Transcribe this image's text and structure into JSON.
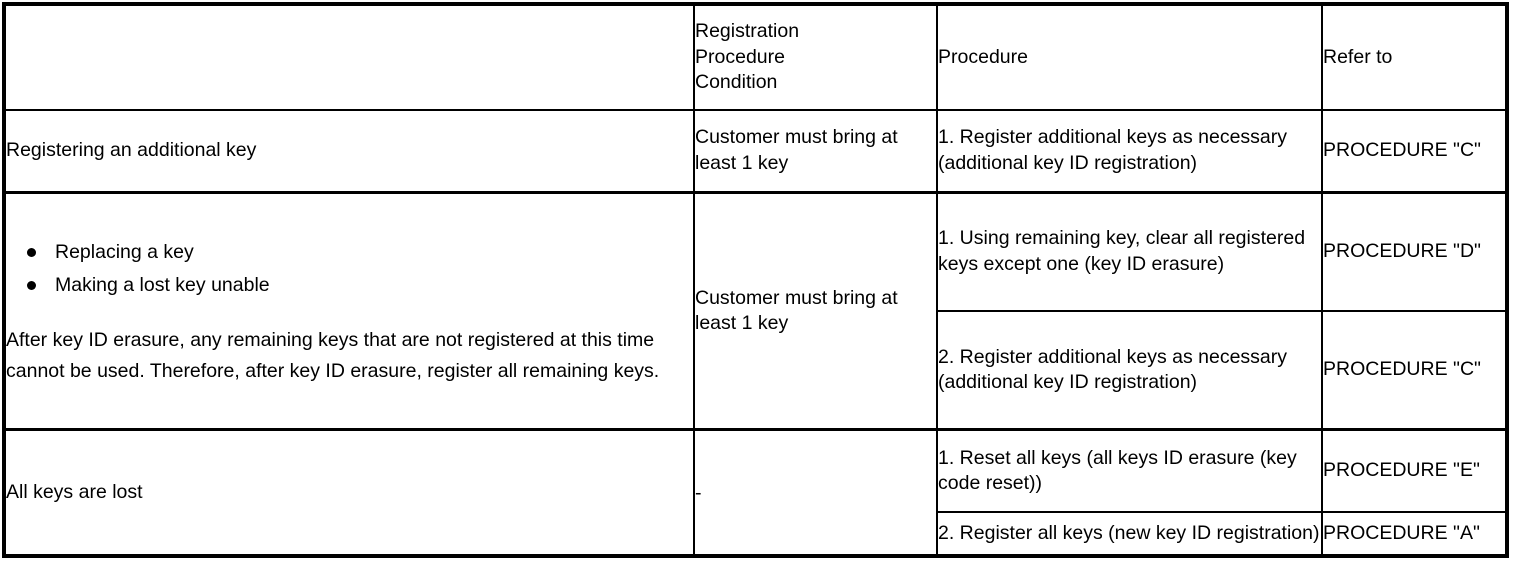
{
  "table": {
    "columns": [
      {
        "key": "case",
        "label": ""
      },
      {
        "key": "cond",
        "label": "Registration\nProcedure\nCondition"
      },
      {
        "key": "proc",
        "label": "Procedure"
      },
      {
        "key": "refer",
        "label": "Refer to"
      }
    ],
    "headers": {
      "case": "",
      "condition_line1": "Registration",
      "condition_line2": "Procedure",
      "condition_line3": "Condition",
      "procedure": "Procedure",
      "refer_to": "Refer to"
    },
    "rows": [
      {
        "id": "row-additional-key",
        "case_text": "Registering an additional key",
        "condition": "Customer must bring at least 1 key",
        "steps": [
          {
            "procedure": "1. Register additional keys as necessary (additional key ID registration)",
            "refer_to": "PROCEDURE \"C\""
          }
        ]
      },
      {
        "id": "row-replace-key",
        "bullets": [
          "Replacing a key",
          "Making a lost key unable"
        ],
        "note": "After key ID erasure, any remaining keys that are not registered at this time cannot be used. Therefore, after key ID erasure, register all remaining keys.",
        "condition": "Customer must bring at least 1 key",
        "steps": [
          {
            "procedure": "1. Using remaining key, clear all registered keys except one (key ID erasure)",
            "refer_to": "PROCEDURE \"D\""
          },
          {
            "procedure": "2. Register additional keys as necessary (additional key ID registration)",
            "refer_to": "PROCEDURE \"C\""
          }
        ]
      },
      {
        "id": "row-all-keys-lost",
        "case_text": "All keys are lost",
        "condition": "-",
        "steps": [
          {
            "procedure": "1. Reset all keys (all keys ID erasure (key code reset))",
            "refer_to": "PROCEDURE \"E\""
          },
          {
            "procedure": "2. Register all keys (new key ID registration)",
            "refer_to": "PROCEDURE \"A\""
          }
        ]
      }
    ]
  },
  "colors": {
    "border": "#000000",
    "text": "#000000",
    "background": "#ffffff"
  }
}
